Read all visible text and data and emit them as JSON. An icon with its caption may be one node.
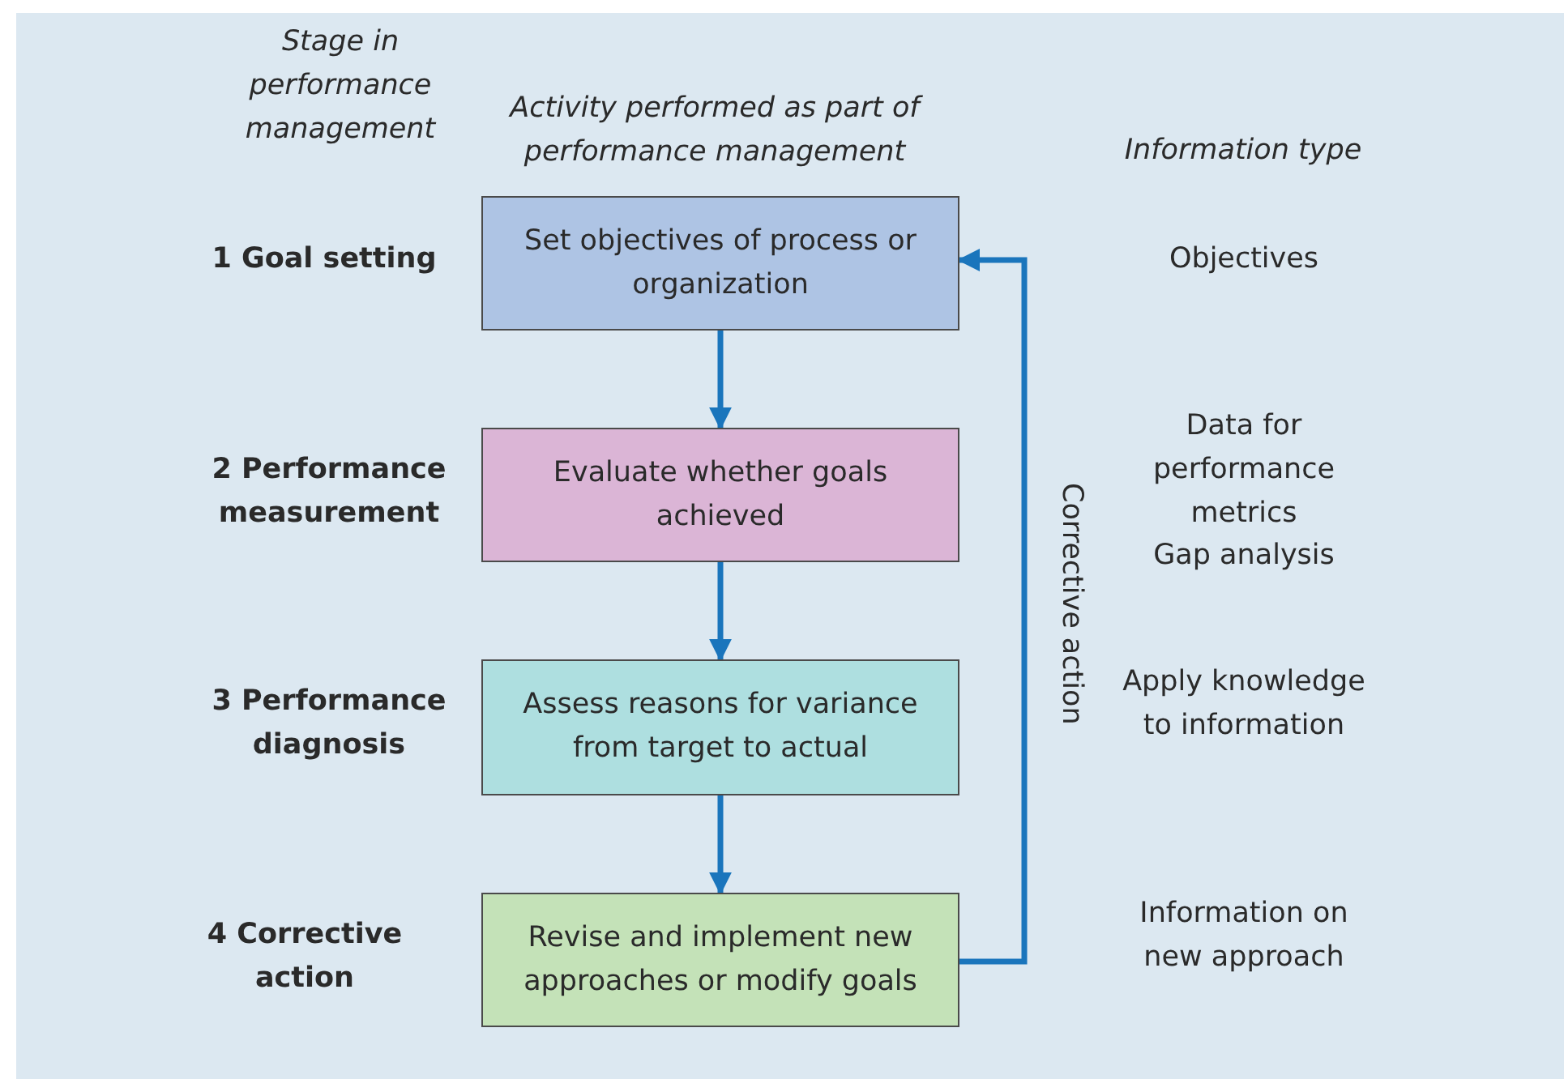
{
  "diagram": {
    "nodes": [
      {
        "text": [
          "Set objectives of process or organization"
        ]
      },
      {
        "text": [
          "Evaluate whether goals achieved"
        ]
      },
      {
        "text": [
          "Assess reasons for variance from target to actual"
        ]
      },
      {
        "text": [
          "Revise and implement new approaches or modify goals"
        ]
      }
    ],
    "edges": [
      {
        "from": 0,
        "to": 1,
        "arrow": "to"
      },
      {
        "from": 1,
        "to": 2,
        "arrow": "to"
      },
      {
        "from": 2,
        "to": 3,
        "arrow": "to"
      },
      {
        "from": 3,
        "to": 0,
        "arrow": "to",
        "label": "Corrective action"
      }
    ],
    "labels": [
      "Stage in performance management",
      "Activity performed as part of performance management",
      "Information type",
      "1 Goal setting",
      "Objectives",
      "2 Performance measurement",
      "Data for performance metrics",
      "Gap analysis",
      "3 Performance diagnosis",
      "Apply knowledge to information",
      "4 Corrective action",
      "Information on new approach"
    ]
  }
}
